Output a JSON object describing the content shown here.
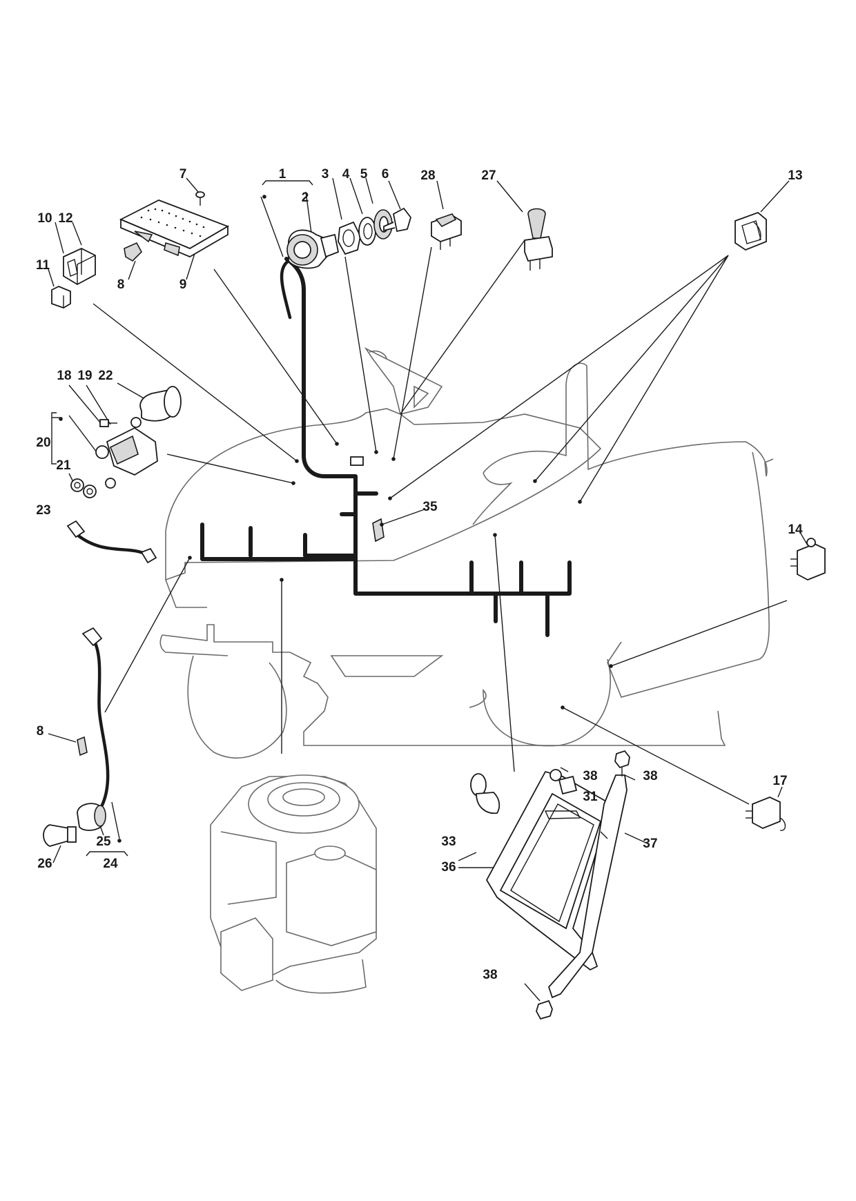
{
  "callouts": [
    {
      "id": "c1",
      "label": "1"
    },
    {
      "id": "c2",
      "label": "2"
    },
    {
      "id": "c3",
      "label": "3"
    },
    {
      "id": "c4",
      "label": "4"
    },
    {
      "id": "c5",
      "label": "5"
    },
    {
      "id": "c6",
      "label": "6"
    },
    {
      "id": "c7",
      "label": "7"
    },
    {
      "id": "c8a",
      "label": "8"
    },
    {
      "id": "c8b",
      "label": "8"
    },
    {
      "id": "c9",
      "label": "9"
    },
    {
      "id": "c10",
      "label": "10"
    },
    {
      "id": "c11",
      "label": "11"
    },
    {
      "id": "c12",
      "label": "12"
    },
    {
      "id": "c13",
      "label": "13"
    },
    {
      "id": "c14",
      "label": "14"
    },
    {
      "id": "c17",
      "label": "17"
    },
    {
      "id": "c18",
      "label": "18"
    },
    {
      "id": "c19",
      "label": "19"
    },
    {
      "id": "c20",
      "label": "20"
    },
    {
      "id": "c21",
      "label": "21"
    },
    {
      "id": "c22",
      "label": "22"
    },
    {
      "id": "c23",
      "label": "23"
    },
    {
      "id": "c24",
      "label": "24"
    },
    {
      "id": "c25",
      "label": "25"
    },
    {
      "id": "c26",
      "label": "26"
    },
    {
      "id": "c27",
      "label": "27"
    },
    {
      "id": "c28",
      "label": "28"
    },
    {
      "id": "c31",
      "label": "31"
    },
    {
      "id": "c33",
      "label": "33"
    },
    {
      "id": "c35",
      "label": "35"
    },
    {
      "id": "c36",
      "label": "36"
    },
    {
      "id": "c37",
      "label": "37"
    },
    {
      "id": "c38a",
      "label": "38"
    },
    {
      "id": "c38b",
      "label": "38"
    },
    {
      "id": "c38c",
      "label": "38"
    }
  ],
  "colors": {
    "ink": "#1a1a1a",
    "outline": "#6a6a6a",
    "background": "#ffffff"
  }
}
